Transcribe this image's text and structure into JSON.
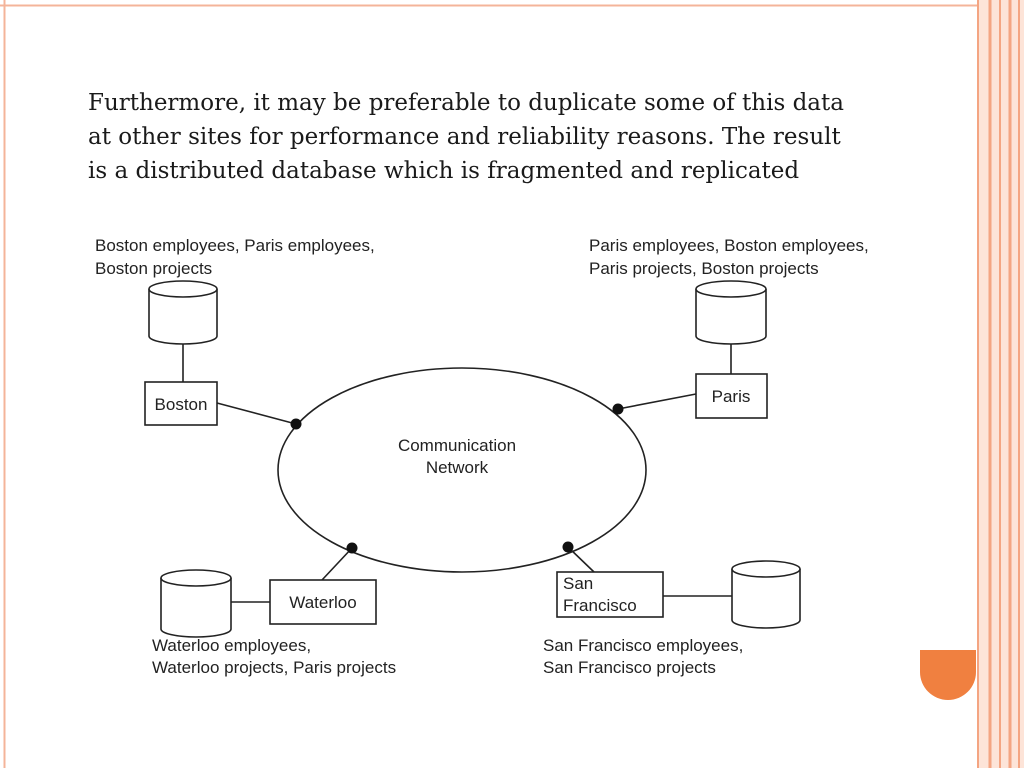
{
  "slide": {
    "body_lines": [
      "Furthermore, it may be preferable to duplicate some of this data",
      "at other sites for performance and reliability reasons. The result",
      "is a distributed database which is fragmented and replicated"
    ]
  },
  "diagram": {
    "network_label": [
      "Communication",
      "Network"
    ],
    "sites": {
      "boston": {
        "name": [
          "Boston"
        ],
        "data": [
          "Boston employees, Paris employees,",
          "Boston projects"
        ]
      },
      "paris": {
        "name": [
          "Paris"
        ],
        "data": [
          "Paris employees, Boston employees,",
          "Paris projects, Boston projects"
        ]
      },
      "waterloo": {
        "name": [
          "Waterloo"
        ],
        "data": [
          "Waterloo employees,",
          "Waterloo projects, Paris projects"
        ]
      },
      "sanfrancisco": {
        "name": [
          "San",
          "Francisco"
        ],
        "data": [
          "San Francisco employees,",
          "San Francisco projects"
        ]
      }
    }
  },
  "theme": {
    "border_orange": "#f4a582",
    "accent_orange": "#f08040",
    "line_color": "#222222"
  }
}
